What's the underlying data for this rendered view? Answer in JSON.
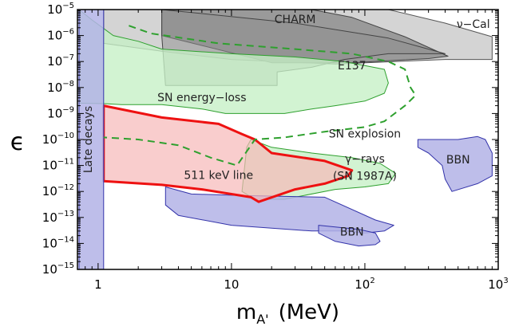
{
  "chart_data": {
    "type": "area",
    "x_scale": "log",
    "y_scale": "log",
    "xlim": [
      0.7,
      1000
    ],
    "ylim": [
      1e-15,
      1e-05
    ],
    "grid": false,
    "xlabel": "m",
    "xlabel_sub": "A'",
    "xlabel_unit": "(MeV)",
    "ylabel": "ϵ",
    "x_ticks": [
      {
        "value": 1,
        "base": "1",
        "exp": ""
      },
      {
        "value": 10,
        "base": "10",
        "exp": ""
      },
      {
        "value": 100,
        "base": "10",
        "exp": "2"
      },
      {
        "value": 1000,
        "base": "10",
        "exp": "3"
      }
    ],
    "y_ticks": [
      {
        "value": 1e-05,
        "base": "10",
        "exp": "−5"
      },
      {
        "value": 1e-06,
        "base": "10",
        "exp": "−6"
      },
      {
        "value": 1e-07,
        "base": "10",
        "exp": "−7"
      },
      {
        "value": 1e-08,
        "base": "10",
        "exp": "−8"
      },
      {
        "value": 1e-09,
        "base": "10",
        "exp": "−9"
      },
      {
        "value": 1e-10,
        "base": "10",
        "exp": "−10"
      },
      {
        "value": 1e-11,
        "base": "10",
        "exp": "−11"
      },
      {
        "value": 1e-12,
        "base": "10",
        "exp": "−12"
      },
      {
        "value": 1e-13,
        "base": "10",
        "exp": "−13"
      },
      {
        "value": 1e-14,
        "base": "10",
        "exp": "−14"
      },
      {
        "value": 1e-15,
        "base": "10",
        "exp": "−15"
      }
    ],
    "regions": [
      {
        "name": "ν-Cal",
        "style": "fill",
        "fill": "#d4d4d4",
        "stroke": "#555555",
        "stroke_width": 1,
        "points": [
          [
            1.1,
            1e-05
          ],
          [
            150,
            1e-05
          ],
          [
            400,
            3e-06
          ],
          [
            900,
            9e-07
          ],
          [
            900,
            1.2e-07
          ],
          [
            400,
            1.2e-07
          ],
          [
            60,
            8e-08
          ],
          [
            10,
            1.2e-07
          ],
          [
            3,
            2.5e-07
          ],
          [
            1.1,
            5e-07
          ]
        ]
      },
      {
        "name": "CHARM",
        "style": "fill",
        "fill": "#9a9a9a",
        "stroke": "#444444",
        "stroke_width": 1,
        "points": [
          [
            3,
            1e-05
          ],
          [
            40,
            1e-05
          ],
          [
            80,
            5e-06
          ],
          [
            200,
            9e-07
          ],
          [
            420,
            1.6e-07
          ],
          [
            300,
            1.3e-07
          ],
          [
            80,
            9e-08
          ],
          [
            20,
            9e-08
          ],
          [
            3,
            1e-06
          ]
        ]
      },
      {
        "name": "E137",
        "style": "fill",
        "fill": "#8e8e8e",
        "fill_opacity": 0.5,
        "stroke": "#444444",
        "stroke_width": 1,
        "points": [
          [
            3,
            1e-05
          ],
          [
            6,
            7e-06
          ],
          [
            30,
            3e-06
          ],
          [
            150,
            8e-07
          ],
          [
            400,
            2e-07
          ],
          [
            150,
            2e-07
          ],
          [
            70,
            1.2e-07
          ],
          [
            40,
            6e-08
          ],
          [
            22,
            4e-08
          ],
          [
            22,
            1.2e-08
          ],
          [
            3.2,
            1.2e-08
          ],
          [
            3,
            1e-06
          ]
        ]
      },
      {
        "name": "SN energy-loss",
        "style": "fill",
        "fill": "#c5efc5",
        "fill_opacity": 0.78,
        "stroke": "#2ea02e",
        "stroke_width": 1,
        "points": [
          [
            0.72,
            1e-05
          ],
          [
            0.9,
            4e-06
          ],
          [
            1.3,
            1e-06
          ],
          [
            2,
            6e-07
          ],
          [
            3,
            3e-07
          ],
          [
            10,
            2e-07
          ],
          [
            30,
            1.5e-07
          ],
          [
            70,
            1e-07
          ],
          [
            140,
            5e-08
          ],
          [
            150,
            1.5e-08
          ],
          [
            140,
            6e-09
          ],
          [
            100,
            3e-09
          ],
          [
            60,
            2e-09
          ],
          [
            40,
            1.5e-09
          ],
          [
            25,
            1e-09
          ],
          [
            15,
            1e-09
          ],
          [
            9,
            1e-09
          ],
          [
            6,
            1.5e-09
          ],
          [
            3,
            2.2e-09
          ],
          [
            1.5,
            2.2e-09
          ],
          [
            1.1,
            2.4e-09
          ],
          [
            0.72,
            2.5e-09
          ]
        ]
      },
      {
        "name": "γ-rays (SN 1987A)",
        "style": "fill",
        "fill": "#c5efc5",
        "fill_opacity": 0.78,
        "stroke": "#2ea02e",
        "stroke_width": 1,
        "points": [
          [
            14,
            1e-10
          ],
          [
            20,
            5e-11
          ],
          [
            40,
            3e-11
          ],
          [
            80,
            2e-11
          ],
          [
            130,
            1.2e-11
          ],
          [
            170,
            5e-12
          ],
          [
            150,
            2e-12
          ],
          [
            100,
            1.5e-12
          ],
          [
            60,
            1.2e-12
          ],
          [
            25,
            5e-13
          ],
          [
            15,
            5e-13
          ],
          [
            12,
            1e-12
          ],
          [
            13,
            5e-11
          ]
        ]
      },
      {
        "name": "BBN (right)",
        "style": "fill",
        "fill": "#b3b3e6",
        "fill_opacity": 0.85,
        "stroke": "#3333aa",
        "stroke_width": 1,
        "points": [
          [
            250,
            1e-10
          ],
          [
            500,
            1e-10
          ],
          [
            700,
            1.3e-10
          ],
          [
            800,
            1e-10
          ],
          [
            900,
            3e-11
          ],
          [
            900,
            4e-12
          ],
          [
            700,
            2e-12
          ],
          [
            450,
            1e-12
          ],
          [
            400,
            3e-12
          ],
          [
            380,
            1e-11
          ],
          [
            300,
            3e-11
          ],
          [
            250,
            5e-11
          ]
        ]
      },
      {
        "name": "BBN (lower)",
        "style": "fill",
        "fill": "#b3b3e6",
        "fill_opacity": 0.85,
        "stroke": "#3333aa",
        "stroke_width": 1,
        "points": [
          [
            3.2,
            1.5e-12
          ],
          [
            5,
            8e-13
          ],
          [
            12,
            7e-13
          ],
          [
            50,
            6e-13
          ],
          [
            120,
            8e-14
          ],
          [
            165,
            5e-14
          ],
          [
            140,
            3e-14
          ],
          [
            100,
            2.5e-14
          ],
          [
            70,
            3e-14
          ],
          [
            40,
            3e-14
          ],
          [
            10,
            5e-14
          ],
          [
            4,
            1.2e-13
          ],
          [
            3.2,
            3e-13
          ]
        ]
      },
      {
        "name": "BBN (lower detached)",
        "style": "fill",
        "fill": "#b3b3e6",
        "fill_opacity": 0.85,
        "stroke": "#3333aa",
        "stroke_width": 1,
        "points": [
          [
            45,
            5e-14
          ],
          [
            90,
            3.5e-14
          ],
          [
            120,
            2.5e-14
          ],
          [
            130,
            1.2e-14
          ],
          [
            120,
            9e-15
          ],
          [
            90,
            8e-15
          ],
          [
            60,
            1.2e-14
          ],
          [
            45,
            2.5e-14
          ]
        ]
      },
      {
        "name": "511 keV line",
        "style": "fill",
        "fill": "#f7b8b8",
        "fill_opacity": 0.7,
        "stroke": "#ee1111",
        "stroke_width": 3,
        "points": [
          [
            1.1,
            2e-09
          ],
          [
            3,
            7e-10
          ],
          [
            8,
            4e-10
          ],
          [
            12,
            1.6e-10
          ],
          [
            15,
            1e-10
          ],
          [
            20,
            3e-11
          ],
          [
            50,
            1.5e-11
          ],
          [
            80,
            6.5e-12
          ],
          [
            75,
            4e-12
          ],
          [
            50,
            2e-12
          ],
          [
            30,
            1.2e-12
          ],
          [
            16,
            4e-13
          ],
          [
            14,
            6e-13
          ],
          [
            6,
            1.2e-12
          ],
          [
            3,
            1.8e-12
          ],
          [
            1.1,
            2.5e-12
          ]
        ]
      },
      {
        "name": "Late decays",
        "style": "fill",
        "fill": "#b3b3e6",
        "fill_opacity": 0.85,
        "stroke": "#3333aa",
        "stroke_width": 1,
        "points": [
          [
            0.72,
            1e-05
          ],
          [
            1.1,
            1e-05
          ],
          [
            1.1,
            1e-15
          ],
          [
            0.72,
            1e-15
          ]
        ]
      },
      {
        "name": "SN explosion",
        "style": "dashed",
        "stroke": "#2ea02e",
        "stroke_width": 2,
        "dash": "9,6",
        "points": [
          [
            1.7,
            2.4e-06
          ],
          [
            2.5,
            1.2e-06
          ],
          [
            8,
            5e-07
          ],
          [
            30,
            3e-07
          ],
          [
            80,
            2e-07
          ],
          [
            150,
            1e-07
          ],
          [
            200,
            5e-08
          ],
          [
            220,
            1e-08
          ],
          [
            240,
            5e-09
          ],
          [
            200,
            2e-09
          ],
          [
            140,
            5e-10
          ],
          [
            100,
            3e-10
          ],
          [
            50,
            2e-10
          ],
          [
            25,
            1.2e-10
          ],
          [
            15,
            1e-10
          ],
          [
            11,
            1e-11
          ],
          [
            7,
            2e-11
          ],
          [
            4,
            6e-11
          ],
          [
            2,
            1e-10
          ],
          [
            1.1,
            1.2e-10
          ]
        ]
      }
    ],
    "annotations": [
      {
        "text": "CHARM",
        "x": 30,
        "y": 3e-06
      },
      {
        "text": "ν−Cal",
        "x": 650,
        "y": 2e-06
      },
      {
        "text": "E137",
        "x": 80,
        "y": 5e-08
      },
      {
        "text": "SN energy−loss",
        "x": 6,
        "y": 3e-09
      },
      {
        "text": "SN explosion",
        "x": 100,
        "y": 1.2e-10
      },
      {
        "text": "γ−rays",
        "x": 100,
        "y": 1.3e-11
      },
      {
        "text": "(SN 1987A)",
        "x": 100,
        "y": 2.8e-12
      },
      {
        "text": "BBN",
        "x": 500,
        "y": 1.2e-11
      },
      {
        "text": "BBN",
        "x": 80,
        "y": 2e-14
      },
      {
        "text": "511 keV line",
        "x": 8,
        "y": 3e-12
      },
      {
        "text": "Late decays",
        "x": 0.9,
        "y": 1e-10,
        "rotate": -90
      }
    ]
  }
}
